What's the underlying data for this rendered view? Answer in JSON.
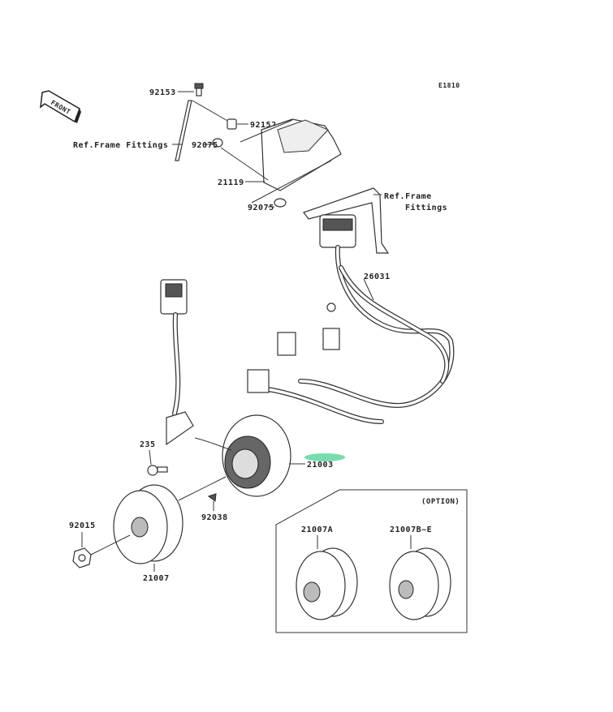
{
  "diagram_code": "E1810",
  "front_arrow": "FRONT",
  "labels": {
    "p92153": "92153",
    "p92152": "92152",
    "ref_frame_left": "Ref.Frame Fittings",
    "p92075_a": "92075",
    "p21119": "21119",
    "p92075_b": "92075",
    "ref_frame_right_1": "Ref.Frame",
    "ref_frame_right_2": "Fittings",
    "p26031": "26031",
    "p235": "235",
    "p21003": "21003",
    "p92038": "92038",
    "p92015": "92015",
    "p21007": "21007"
  },
  "option_box": {
    "title": "(OPTION)",
    "p21007A": "21007A",
    "p21007BE": "21007B~E"
  },
  "highlight_color": "#5fd6a0"
}
